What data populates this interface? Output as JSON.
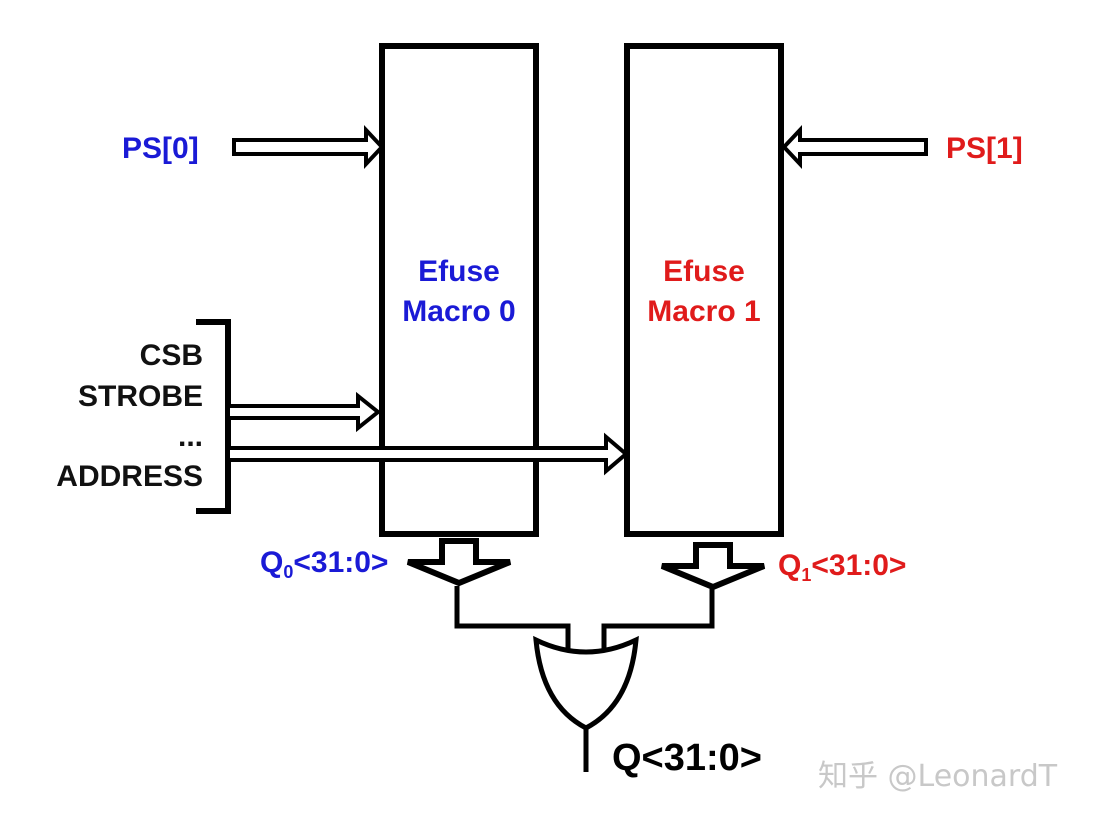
{
  "colors": {
    "macro0": "#1a1ad6",
    "macro1": "#e01b1b",
    "ink": "#000000",
    "shared": "#111111",
    "watermark": "#c8c8c8"
  },
  "macro0": {
    "line1": "Efuse",
    "line2": "Macro 0",
    "ps_label": "PS[0]",
    "q_label_main": "Q",
    "q_label_sub": "0",
    "q_label_range": "<31:0>"
  },
  "macro1": {
    "line1": "Efuse",
    "line2": "Macro 1",
    "ps_label": "PS[1]",
    "q_label_main": "Q",
    "q_label_sub": "1",
    "q_label_range": "<31:0>"
  },
  "shared_signals": {
    "items": [
      "CSB",
      "STROBE",
      "...",
      "ADDRESS"
    ]
  },
  "output": {
    "label": "Q<31:0>"
  },
  "watermark": {
    "text": "知乎 @LeonardT"
  }
}
